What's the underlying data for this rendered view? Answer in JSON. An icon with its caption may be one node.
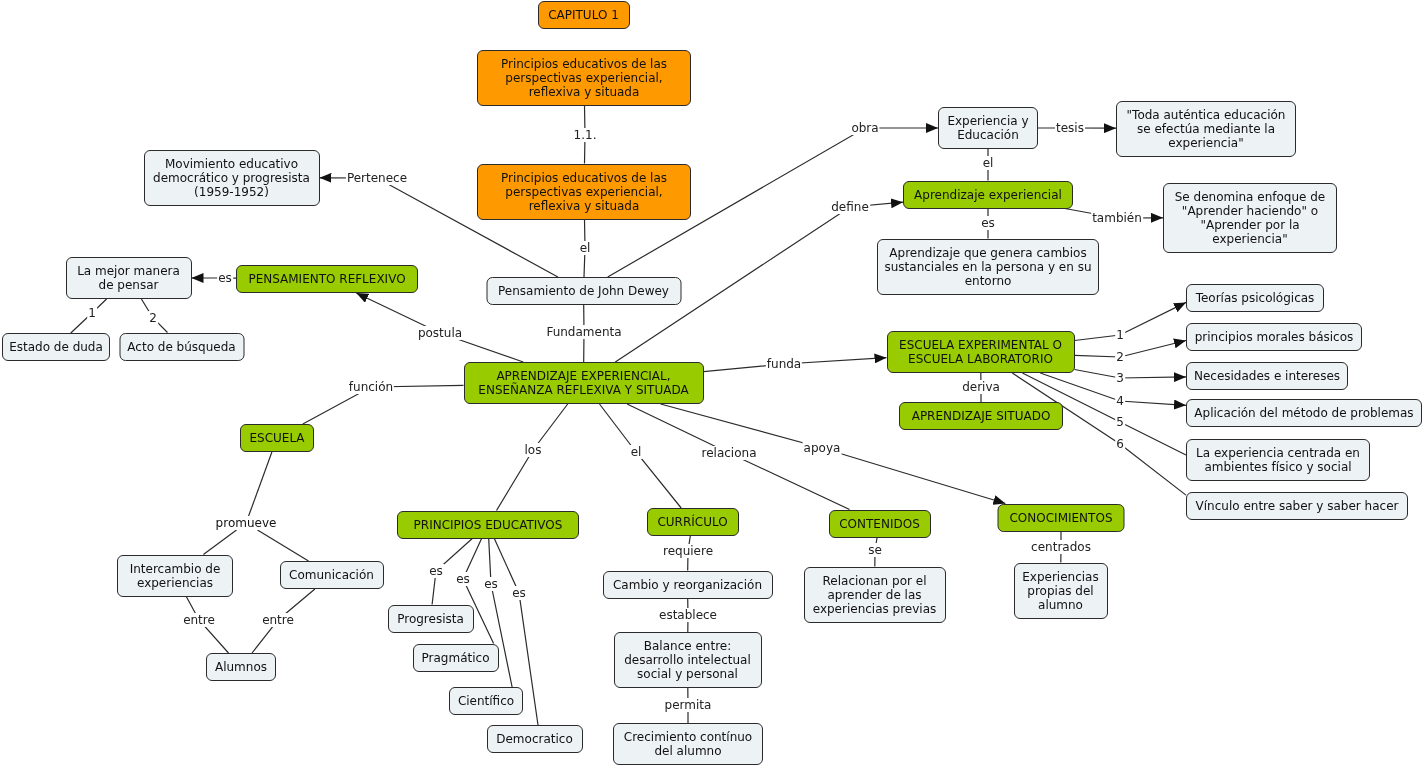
{
  "diagram": {
    "nodes": [
      {
        "text": [
          "CAPITULO 1"
        ]
      },
      {
        "text": [
          "Principios educativos de las perspectivas experiencial, reflexiva y situada"
        ]
      },
      {
        "text": [
          "Principios educativos de las perspectivas experiencial, reflexiva y situada"
        ]
      },
      {
        "text": [
          "Movimiento educativo democrático y progresista (1959-1952)"
        ]
      },
      {
        "text": [
          "Pensamiento de John Dewey"
        ]
      },
      {
        "text": [
          "Experiencia y Educación"
        ]
      },
      {
        "text": [
          "\"Toda auténtica educación se efectúa mediante la experiencia\""
        ]
      },
      {
        "text": [
          "Aprendizaje experiencial"
        ]
      },
      {
        "text": [
          "Se denomina enfoque de \"Aprender haciendo\" o \"Aprender por la experiencia\""
        ]
      },
      {
        "text": [
          "Aprendizaje que genera cambios sustanciales en la persona y en su entorno"
        ]
      },
      {
        "text": [
          "La mejor manera de pensar"
        ]
      },
      {
        "text": [
          "PENSAMIENTO REFLEXIVO"
        ]
      },
      {
        "text": [
          "Estado de duda"
        ]
      },
      {
        "text": [
          "Acto de búsqueda"
        ]
      },
      {
        "text": [
          "APRENDIZAJE EXPERIENCIAL, ENSEÑANZA REFLEXIVA Y SITUADA"
        ]
      },
      {
        "text": [
          "ESCUELA EXPERIMENTAL O ESCUELA LABORATORIO"
        ]
      },
      {
        "text": [
          "APRENDIZAJE SITUADO"
        ]
      },
      {
        "text": [
          "Teorías psicológicas"
        ]
      },
      {
        "text": [
          "principios morales básicos"
        ]
      },
      {
        "text": [
          "Necesidades e intereses"
        ]
      },
      {
        "text": [
          "Aplicación del método de problemas"
        ]
      },
      {
        "text": [
          "La experiencia centrada en ambientes físico y social"
        ]
      },
      {
        "text": [
          "Vínculo entre saber y saber hacer"
        ]
      },
      {
        "text": [
          "ESCUELA"
        ]
      },
      {
        "text": [
          "promueve"
        ]
      },
      {
        "text": [
          "Intercambio de experiencias"
        ]
      },
      {
        "text": [
          "Comunicación"
        ]
      },
      {
        "text": [
          "Alumnos"
        ]
      },
      {
        "text": [
          "PRINCIPIOS EDUCATIVOS"
        ]
      },
      {
        "text": [
          "Progresista"
        ]
      },
      {
        "text": [
          "Pragmático"
        ]
      },
      {
        "text": [
          "Científico"
        ]
      },
      {
        "text": [
          "Democratico"
        ]
      },
      {
        "text": [
          "CURRÍCULO"
        ]
      },
      {
        "text": [
          "Cambio y reorganización"
        ]
      },
      {
        "text": [
          "Balance entre: desarrollo intelectual social y personal"
        ]
      },
      {
        "text": [
          "Crecimiento contínuo del alumno"
        ]
      },
      {
        "text": [
          "CONTENIDOS"
        ]
      },
      {
        "text": [
          "Relacionan por el aprender de las experiencias previas"
        ]
      },
      {
        "text": [
          "CONOCIMIENTOS"
        ]
      },
      {
        "text": [
          "Experiencias propias del alumno"
        ]
      }
    ],
    "edges": [
      {
        "from": 1,
        "to": 2,
        "label": "1.1.",
        "arrow": "none"
      },
      {
        "from": 2,
        "to": 4,
        "label": "el",
        "arrow": "none"
      },
      {
        "from": 4,
        "to": 3,
        "label": "Pertenece",
        "arrow": "to"
      },
      {
        "from": 4,
        "to": 5,
        "label": "obra",
        "arrow": "to"
      },
      {
        "from": 5,
        "to": 6,
        "label": "tesis",
        "arrow": "to"
      },
      {
        "from": 5,
        "to": 7,
        "label": "el",
        "arrow": "none"
      },
      {
        "from": 14,
        "to": 7,
        "label": "define",
        "arrow": "to"
      },
      {
        "from": 7,
        "to": 8,
        "label": "también",
        "arrow": "to"
      },
      {
        "from": 7,
        "to": 9,
        "label": "es",
        "arrow": "none"
      },
      {
        "from": 4,
        "to": 14,
        "label": "Fundamenta",
        "arrow": "none"
      },
      {
        "from": 14,
        "to": 11,
        "label": "postula",
        "arrow": "to"
      },
      {
        "from": 11,
        "to": 10,
        "label": "es",
        "arrow": "to"
      },
      {
        "from": 10,
        "to": 12,
        "label": "1",
        "arrow": "none"
      },
      {
        "from": 10,
        "to": 13,
        "label": "2",
        "arrow": "none"
      },
      {
        "from": 14,
        "to": 15,
        "label": "funda",
        "arrow": "to"
      },
      {
        "from": 15,
        "to": 17,
        "label": "1",
        "arrow": "to"
      },
      {
        "from": 15,
        "to": 18,
        "label": "2",
        "arrow": "to"
      },
      {
        "from": 15,
        "to": 19,
        "label": "3",
        "arrow": "to"
      },
      {
        "from": 15,
        "to": 20,
        "label": "4",
        "arrow": "to"
      },
      {
        "from": 15,
        "to": 21,
        "label": "5",
        "arrow": "none"
      },
      {
        "from": 15,
        "to": 22,
        "label": "6",
        "arrow": "none"
      },
      {
        "from": 15,
        "to": 16,
        "label": "deriva",
        "arrow": "none"
      },
      {
        "from": 14,
        "to": 23,
        "label": "función",
        "arrow": "none"
      },
      {
        "from": 23,
        "to": 24,
        "arrow": "none"
      },
      {
        "from": 24,
        "to": 25,
        "arrow": "none"
      },
      {
        "from": 24,
        "to": 26,
        "arrow": "none"
      },
      {
        "from": 25,
        "to": 27,
        "label": "entre",
        "arrow": "none"
      },
      {
        "from": 26,
        "to": 27,
        "label": "entre",
        "arrow": "none"
      },
      {
        "from": 14,
        "to": 28,
        "label": "los",
        "arrow": "none"
      },
      {
        "from": 28,
        "to": 29,
        "label": "es",
        "arrow": "none"
      },
      {
        "from": 28,
        "to": 30,
        "label": "es",
        "arrow": "none"
      },
      {
        "from": 28,
        "to": 31,
        "label": "es",
        "arrow": "none"
      },
      {
        "from": 28,
        "to": 32,
        "label": "es",
        "arrow": "none"
      },
      {
        "from": 14,
        "to": 33,
        "label": "el",
        "arrow": "none"
      },
      {
        "from": 33,
        "to": 34,
        "label": "requiere",
        "arrow": "none"
      },
      {
        "from": 34,
        "to": 35,
        "label": "establece",
        "arrow": "none"
      },
      {
        "from": 35,
        "to": 36,
        "label": "permita",
        "arrow": "none"
      },
      {
        "from": 14,
        "to": 37,
        "label": "relaciona",
        "arrow": "none"
      },
      {
        "from": 37,
        "to": 38,
        "label": "se",
        "arrow": "none"
      },
      {
        "from": 14,
        "to": 39,
        "label": "apoya",
        "arrow": "to"
      },
      {
        "from": 39,
        "to": 40,
        "label": "centrados",
        "arrow": "none"
      }
    ]
  }
}
